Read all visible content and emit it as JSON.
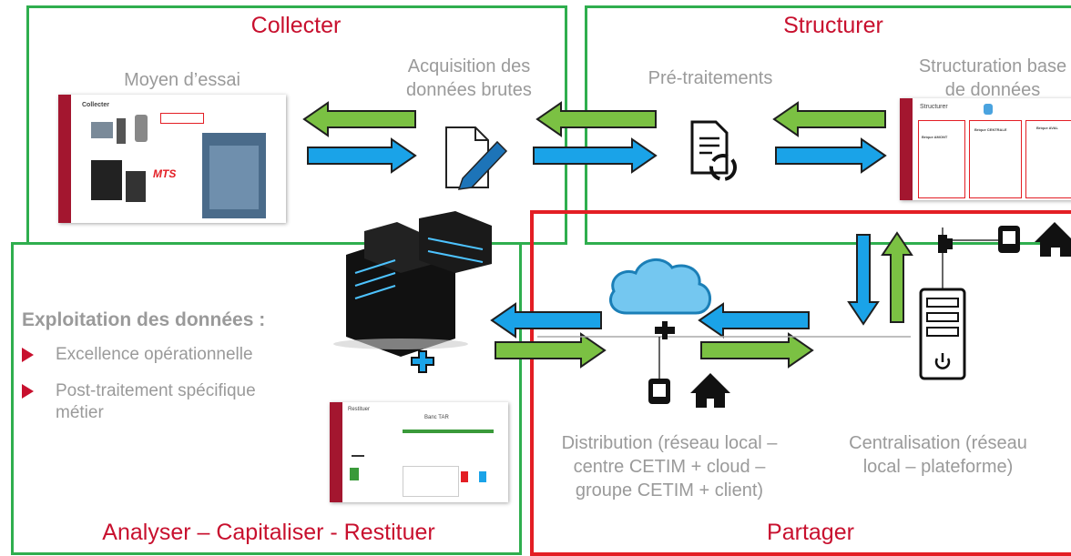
{
  "sections": {
    "collect": {
      "title": "Collecter"
    },
    "structure": {
      "title": "Structurer"
    },
    "share": {
      "title": "Partager"
    },
    "analyse": {
      "title": "Analyser – Capitaliser - Restituer"
    }
  },
  "steps": {
    "test_means": "Moyen d’essai",
    "acquisition": [
      "Acquisition des",
      "données brutes"
    ],
    "preprocessing": "Pré-traitements",
    "db_structuring": [
      "Structuration base",
      "de données"
    ],
    "distribution": [
      "Distribution (réseau local –",
      "centre CETIM + cloud –",
      "groupe CETIM + client)"
    ],
    "centralisation": [
      "Centralisation (réseau",
      "local – plateforme)"
    ]
  },
  "exploitation": {
    "heading": "Exploitation des données :",
    "bullets": [
      "Excellence opérationnelle",
      "Post-traitement spécifique métier"
    ]
  },
  "thumbnails": {
    "collect_slide": {
      "title": "Collecter",
      "logo": "MTS"
    },
    "structure_slide": {
      "title": "Structurer",
      "cols": [
        "Brique AMONT",
        "Brique CENTRALE",
        "Brique AVAL"
      ]
    },
    "restituer_slide": {
      "title": "Restituer",
      "header": "Banc TAR"
    }
  },
  "colors": {
    "green": "#7bc143",
    "blue": "#1aa3e8",
    "red": "#e31e24",
    "green_border": "#2fae4e",
    "accent": "#c8102e"
  },
  "icons": [
    "document-pen-icon",
    "document-refresh-icon",
    "server-tower-icon",
    "cloud-icon",
    "server-icon",
    "network-port-icon",
    "home-icon",
    "cross-connector-icon",
    "plug-connector-icon",
    "power-icon"
  ]
}
